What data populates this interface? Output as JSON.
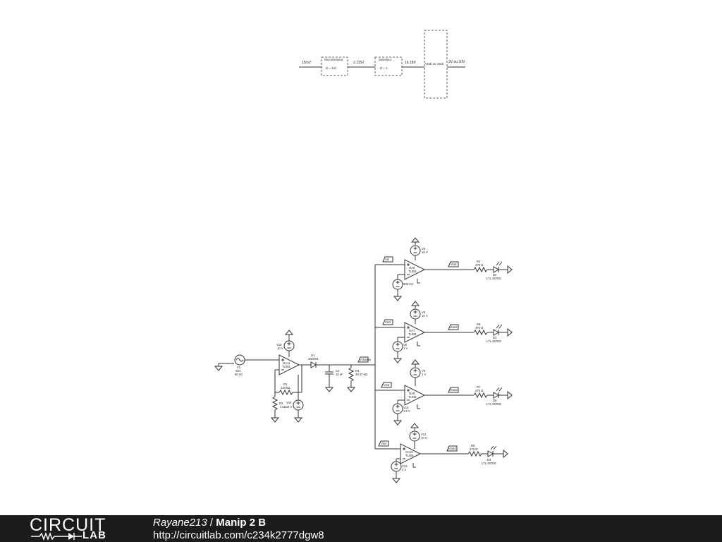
{
  "block_diagram": {
    "input": "15mV",
    "blocks": [
      {
        "name": "Non-inverseur",
        "gain": "G = 141"
      },
      {
        "name": "Detecteur",
        "gain": "G = 1"
      },
      {
        "name": "Vseb ou Vseb",
        "gain": ""
      }
    ],
    "mid_labels": [
      "2.115V",
      "16.18V"
    ],
    "output": "3V ou 10V"
  },
  "schematic": {
    "source": {
      "name": "V1",
      "type": "sine",
      "freq": "60 Hz"
    },
    "opamp_main": {
      "name": "OA11",
      "model": "TL081"
    },
    "v18": {
      "name": "V18",
      "value": "10 V"
    },
    "v19": {
      "name": "V19",
      "value": "1 kΩ10 V"
    },
    "r1": {
      "name": "R1",
      "value": "140 kΩ"
    },
    "r2": {
      "name": "R2",
      "value": ""
    },
    "d1": {
      "name": "D1",
      "model": "1N4001"
    },
    "c1": {
      "name": "C1",
      "value": "10 nF"
    },
    "r3": {
      "name": "R3",
      "value": "49.47 kΩ"
    },
    "net_main": "Vcbanke",
    "stages": [
      {
        "in": "Vin",
        "out": "Vout",
        "opamp": "OA8",
        "model": "TL081",
        "supply": "V6",
        "supply_val": "10 V",
        "ref": "",
        "ref_val": "500 mV",
        "r": "R4",
        "r_val": "470 Ω",
        "led": "D2",
        "led_model": "LTL-307EE"
      },
      {
        "in": "Vin2",
        "out": "Vout2",
        "opamp": "OA7",
        "model": "TL081",
        "supply": "V5",
        "supply_val": "10 V",
        "ref": "V6",
        "ref_val": "1 V",
        "r": "R6",
        "r_val": "470 Ω",
        "led": "D3",
        "led_model": "LTL-307EE"
      },
      {
        "in": "Vin3",
        "out": "Vout3",
        "opamp": "OA8",
        "model": "TL081",
        "supply": "V5",
        "supply_val": "1 V",
        "ref": "V10",
        "ref_val": "1.6 V",
        "r": "R7",
        "r_val": "470 Ω",
        "led": "D5",
        "led_model": "LTL-307EE"
      },
      {
        "in": "Vin4",
        "out": "Vout4",
        "opamp": "OA10",
        "model": "TL081",
        "supply": "V12",
        "supply_val": "10 V",
        "ref": "V13",
        "ref_val": "2 V",
        "r": "R8",
        "r_val": "470 Ω",
        "led": "D4",
        "led_model": "LTL-307EE"
      }
    ]
  },
  "footer": {
    "logo_top": "CIRCUIT",
    "logo_bottom": "LAB",
    "author": "Rayane213",
    "separator": " / ",
    "circuit_name": "Manip 2 B",
    "url": "http://circuitlab.com/c234k2777dgw8"
  },
  "colors": {
    "footer_bg": "#1c1c1c",
    "wire": "#333333"
  }
}
